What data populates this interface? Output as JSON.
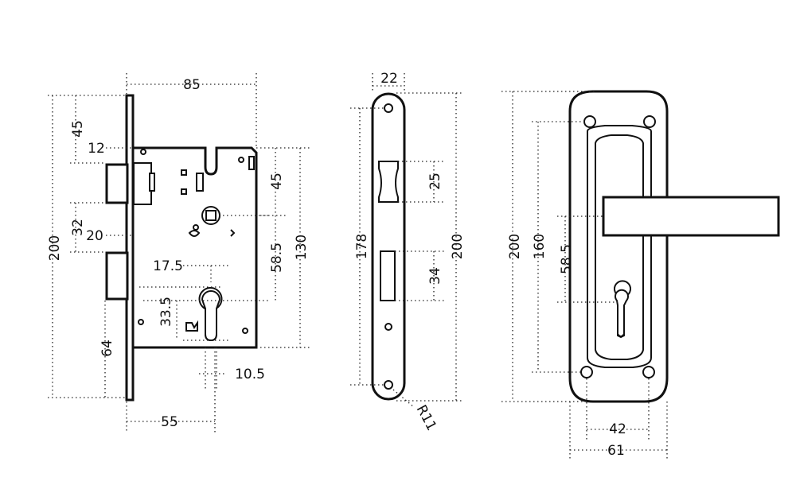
{
  "labels": {
    "w85": "85",
    "h45_top": "45",
    "d12": "12",
    "d32": "32",
    "d20": "20",
    "h200_left": "200",
    "d64": "64",
    "d17_5": "17.5",
    "d33_5": "33.5",
    "d10_5": "10.5",
    "d55": "55",
    "h45_right": "45",
    "d58_5_case": "58.5",
    "h130": "130",
    "w22": "22",
    "h178": "178",
    "d25": "25",
    "h200_plate": "200",
    "d34": "34",
    "r11": "R11",
    "h200_handle": "200",
    "h160": "160",
    "d58_5_handle": "58.5",
    "w42": "42",
    "w61": "61"
  }
}
